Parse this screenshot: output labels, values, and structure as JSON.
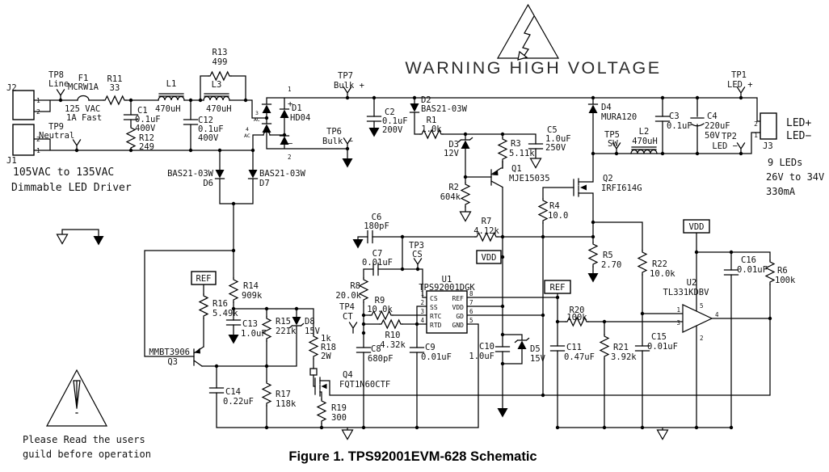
{
  "notes": {
    "input_range1": "105VAC to 135VAC",
    "input_range2": "Dimmable LED Driver",
    "output1": "9 LEDs",
    "output2": "26V to 34V",
    "output3": "330mA",
    "led_plus": "LED+",
    "led_minus": "LED−",
    "warning": "WARNING HIGH VOLTAGE",
    "read1": "Please Read the users",
    "read2": "guild before operation",
    "caption": "Figure 1. TPS92001EVM-628 Schematic"
  },
  "labels": {
    "j2": "J2",
    "j1": "J1",
    "j2_pin1": "1",
    "j2_pin2": "2",
    "j1_pin1": "1",
    "j1_pin2": "2",
    "tp8": "TP8",
    "tp8_net": "Line",
    "tp9": "TP9",
    "tp9_net": "Neutral",
    "f1": "F1",
    "f1_val": "MCRW1A",
    "f1_note1": "125 VAC",
    "f1_note2": "1A Fast",
    "r11": "R11",
    "r11_val": "33",
    "c1": "C1",
    "c1_val": "0.1uF",
    "c1_volt": "400V",
    "r12": "R12",
    "r12_val": "249",
    "l1": "L1",
    "l1_val": "470uH",
    "c12": "C12",
    "c12_val": "0.1uF",
    "c12_volt": "400V",
    "r13": "R13",
    "r13_val": "499",
    "l3": "L3",
    "l3_val": "470uH",
    "d1": "D1",
    "d1_val": "HD04",
    "d1_pin1": "1",
    "d1_plus": "+",
    "d1_pin2": "2",
    "d1_minus": "−",
    "d1_pin3": "3",
    "d1_ac3": "AC",
    "d1_pin4": "4",
    "d1_ac4": "AC",
    "d6": "D6",
    "d6_val": "BAS21-03W",
    "d7": "D7",
    "d7_val": "BAS21-03W",
    "tp7": "TP7",
    "tp7_net": "Bulk +",
    "tp6": "TP6",
    "tp6_net": "Bulk −",
    "c2": "C2",
    "c2_val": "0.1uF",
    "c2_volt": "200V",
    "d2": "D2",
    "d2_val": "BAS21-03W",
    "r1": "R1",
    "r1_val": "1.0k",
    "d3": "D3",
    "d3_val": "12V",
    "r2": "R2",
    "r2_val": "604k",
    "r3": "R3",
    "r3_val": "5.11k",
    "q1": "Q1",
    "q1_val": "MJE15035",
    "c5": "C5",
    "c5_val": "1.0uF",
    "c5_volt": "250V",
    "d4": "D4",
    "d4_val": "MURA120",
    "tp5": "TP5",
    "tp5_net": "SW",
    "l2": "L2",
    "l2_val": "470uH",
    "q2": "Q2",
    "q2_val": "IRFI614G",
    "r4": "R4",
    "r4_val": "10.0",
    "c3": "C3",
    "c3_val": "0.1uF",
    "c4": "C4",
    "c4_val": "220uF",
    "c4_volt": "50V",
    "tp1": "TP1",
    "tp1_net": "LED +",
    "tp2": "TP2",
    "tp2_net": "LED −",
    "j3": "J3",
    "j3_pin1": "1",
    "j3_pin2": "2",
    "c6": "C6",
    "c6_val": "180pF",
    "c7": "C7",
    "c7_val": "0.01uF",
    "r7": "R7",
    "r7_val": "4.12k",
    "tp3": "TP3",
    "tp3_net": "CS",
    "r8": "R8",
    "r8_val": "20.0k",
    "r9": "R9",
    "r9_val": "10.0k",
    "r10": "R10",
    "r10_val": "4.32k",
    "tp4": "TP4",
    "tp4_net": "CT",
    "u1": "U1",
    "u1_val": "TPS92001DGK",
    "u1_cs": "CS",
    "u1_ss": "SS",
    "u1_rtc": "RTC",
    "u1_rtd": "RTD",
    "u1_ref": "REF",
    "u1_vdd": "VDD",
    "u1_gd": "GD",
    "u1_gnd": "GND",
    "u1_p1": "1",
    "u1_p2": "2",
    "u1_p3": "3",
    "u1_p4": "4",
    "u1_p5": "5",
    "u1_p6": "6",
    "u1_p7": "7",
    "u1_p8": "8",
    "c8": "C8",
    "c8_val": "680pF",
    "c9": "C9",
    "c9_val": "0.01uF",
    "c10": "C10",
    "c10_val": "1.0uF",
    "d5": "D5",
    "d5_val": "15V",
    "vdd_box1": "VDD",
    "vdd_box2": "VDD",
    "ref_box1": "REF",
    "ref_box2": "REF",
    "r14": "R14",
    "r14_val": "909k",
    "c13": "C13",
    "c13_val": "1.0uF",
    "r15": "R15",
    "r15_val": "221k",
    "d8": "D8",
    "d8_val": "15V",
    "r16": "R16",
    "r16_val": "5.49k",
    "q3": "Q3",
    "q3_val": "MMBT3906",
    "c14": "C14",
    "c14_val": "0.22uF",
    "r17": "R17",
    "r17_val": "118k",
    "r18_pre": "1k",
    "r18": "R18",
    "r18_val": "2W",
    "q4": "Q4",
    "q4_val": "FQT1N60CTF",
    "r19": "R19",
    "r19_val": "300",
    "r5": "R5",
    "r5_val": "2.70",
    "r22": "R22",
    "r22_val": "10.0k",
    "r20": "R20",
    "r20_val": "100k",
    "r21": "R21",
    "r21_val": "3.92k",
    "c11": "C11",
    "c11_val": "0.47uF",
    "c15": "C15",
    "c15_val": "0.01uF",
    "u2": "U2",
    "u2_val": "TL331KDBV",
    "u2_p1": "1",
    "u2_p2": "2",
    "u2_p3": "3",
    "u2_p4": "4",
    "u2_p5": "5",
    "c16": "C16",
    "c16_val": "0.01uF",
    "r6": "R6",
    "r6_val": "100k"
  }
}
